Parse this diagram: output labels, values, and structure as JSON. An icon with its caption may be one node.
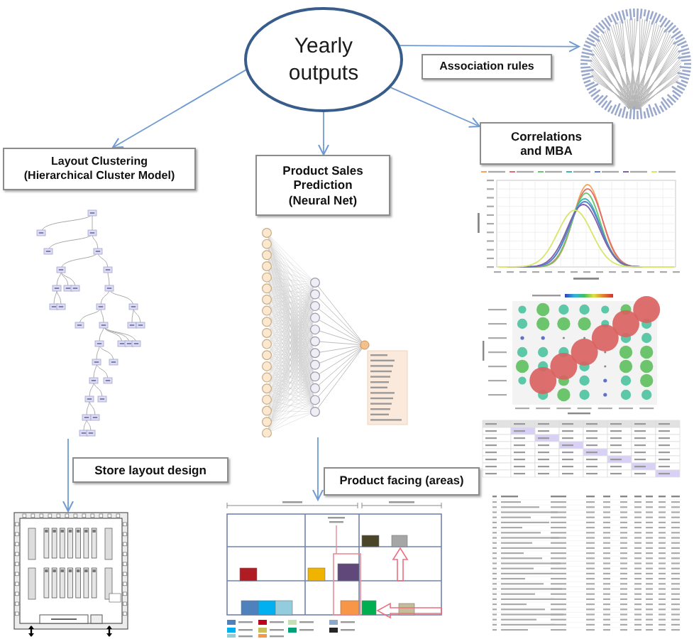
{
  "diagram": {
    "nodes": [
      {
        "text": [
          "Yearly outputs"
        ]
      },
      {
        "text": [],
        "shape": "picture"
      },
      {
        "text": [
          "Association rules"
        ]
      },
      {
        "text": [
          "Correlations and MBA"
        ]
      },
      {
        "text": [
          "Layout Clustering (Hierarchical Cluster Model)"
        ]
      },
      {
        "text": [
          "Product Sales Prediction (Neural Net)"
        ]
      },
      {
        "text": [],
        "shape": "picture"
      },
      {
        "text": [],
        "shape": "picture"
      },
      {
        "text": [
          "Store layout design"
        ]
      },
      {
        "text": [
          "Product facing (areas)"
        ]
      },
      {
        "text": [],
        "shape": "picture"
      },
      {
        "text": [],
        "shape": "picture"
      }
    ],
    "edges": [
      {
        "from": 0,
        "to": 4,
        "arrow": "to"
      },
      {
        "from": 0,
        "to": 5,
        "arrow": "to"
      },
      {
        "from": 0,
        "to": 1,
        "arrow": "to"
      },
      {
        "from": 0,
        "to": 3,
        "arrow": "to"
      },
      {
        "from": 6,
        "to": 10,
        "arrow": "to"
      },
      {
        "from": 7,
        "to": 11,
        "arrow": "to"
      }
    ]
  }
}
